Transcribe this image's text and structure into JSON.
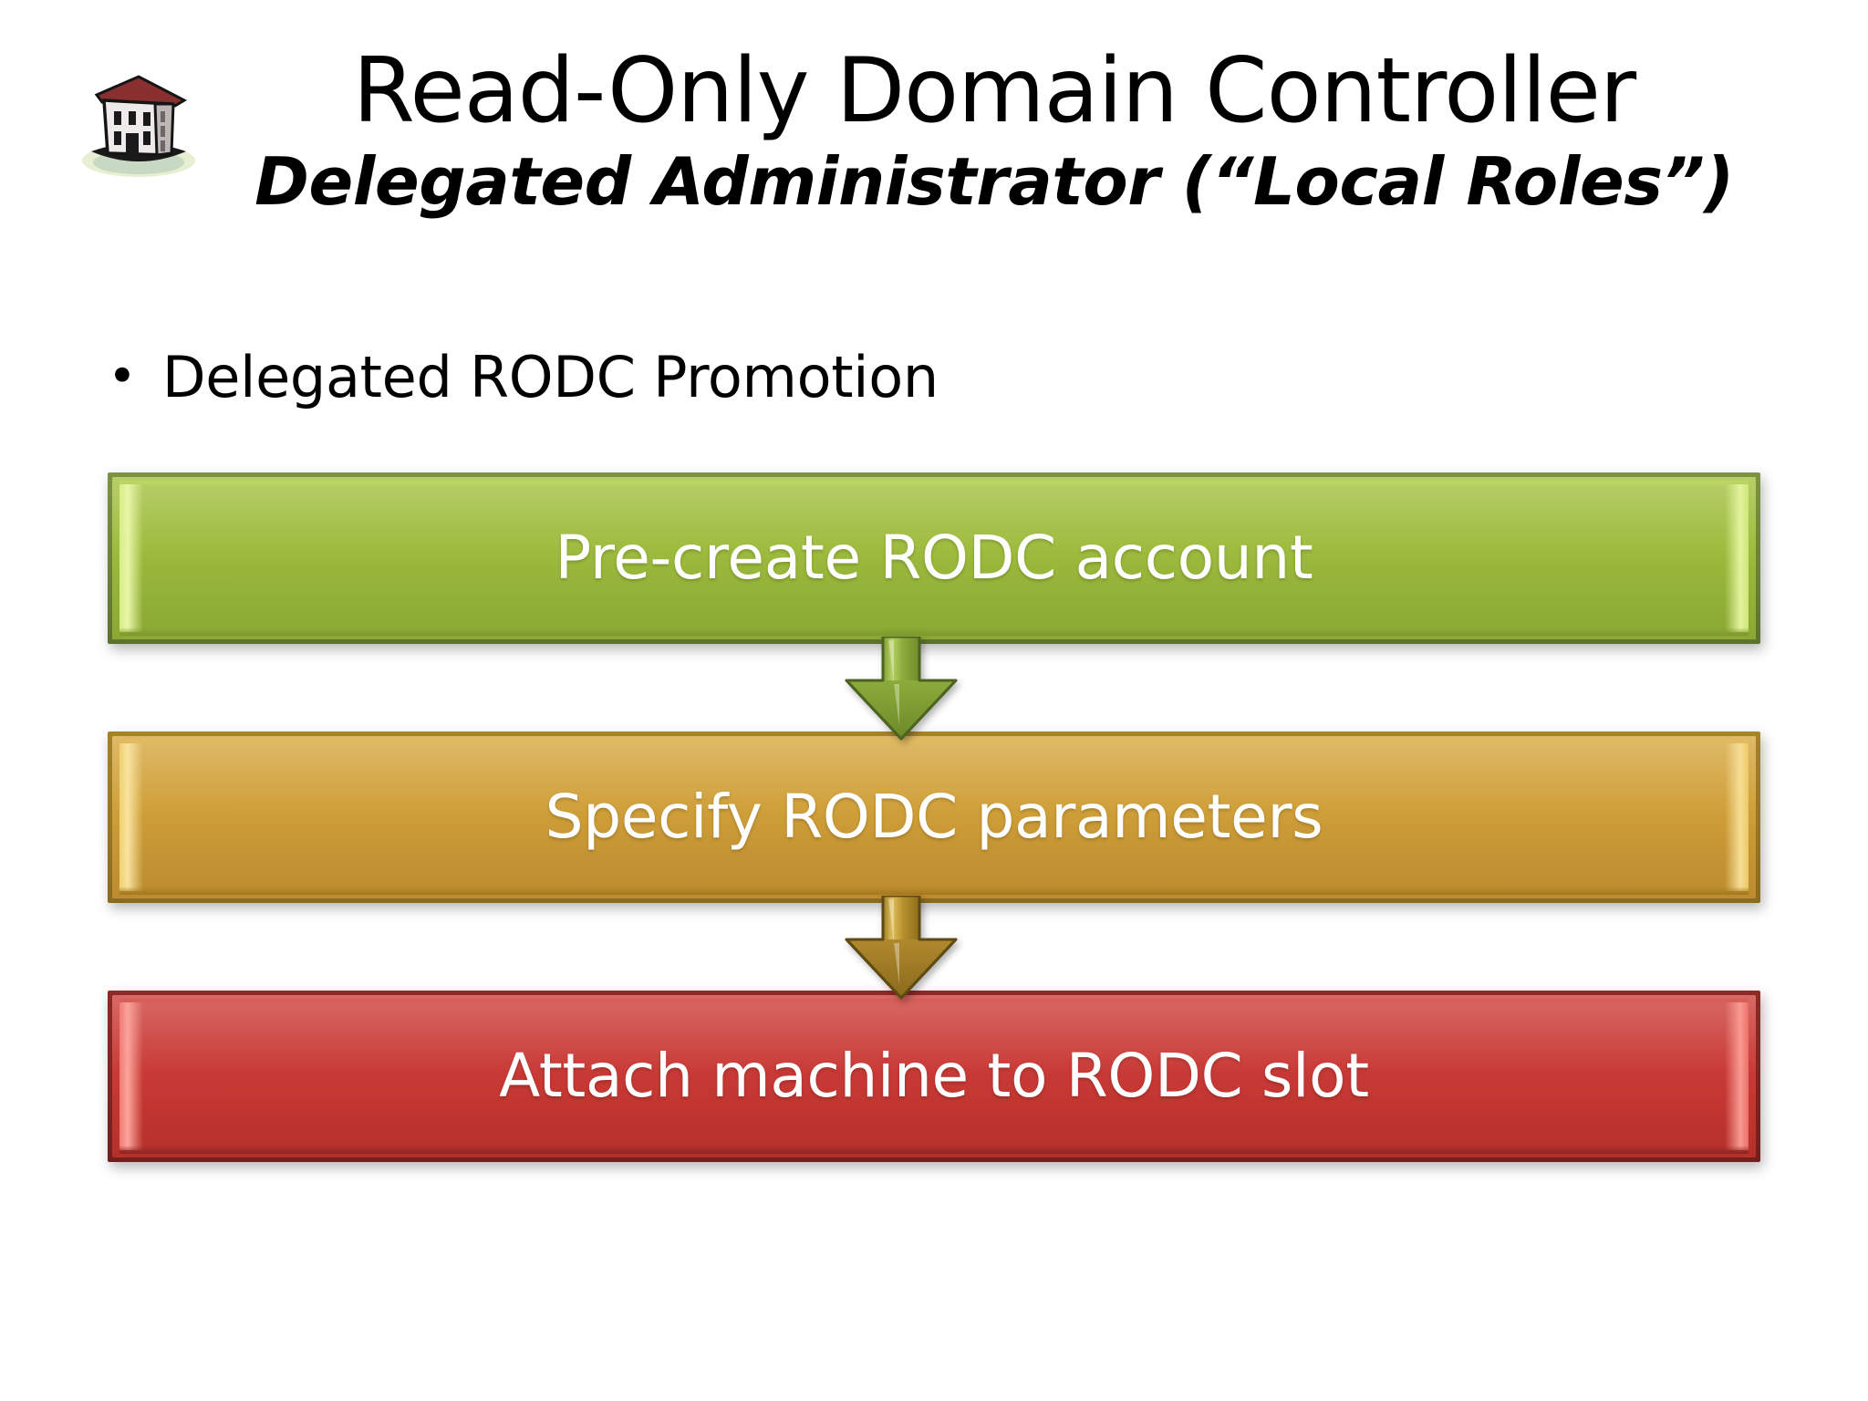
{
  "slide": {
    "title": "Read-Only Domain Controller",
    "subtitle": "Delegated Administrator (“Local Roles”)",
    "logo_icon": "building-icon"
  },
  "bullets": [
    {
      "marker": "•",
      "text": "Delegated RODC Promotion"
    }
  ],
  "flow": {
    "type": "vertical-process",
    "steps": [
      {
        "label": "Pre-create RODC account",
        "color": "#9dbb3c",
        "text_color": "#ffffff",
        "order": 1
      },
      {
        "label": "Specify RODC parameters",
        "color": "#cf9f38",
        "text_color": "#ffffff",
        "order": 2
      },
      {
        "label": "Attach machine to RODC slot",
        "color": "#c93a36",
        "text_color": "#ffffff",
        "order": 3
      }
    ],
    "connectors": [
      {
        "icon": "arrow-down-icon",
        "color": "#7fa23a",
        "from": 1,
        "to": 2
      },
      {
        "icon": "arrow-down-icon",
        "color": "#b8902c",
        "from": 2,
        "to": 3
      }
    ]
  },
  "colors": {
    "background": "#ffffff",
    "text": "#000000",
    "green": "#9dbb3c",
    "orange": "#cf9f38",
    "red": "#c93a36"
  }
}
